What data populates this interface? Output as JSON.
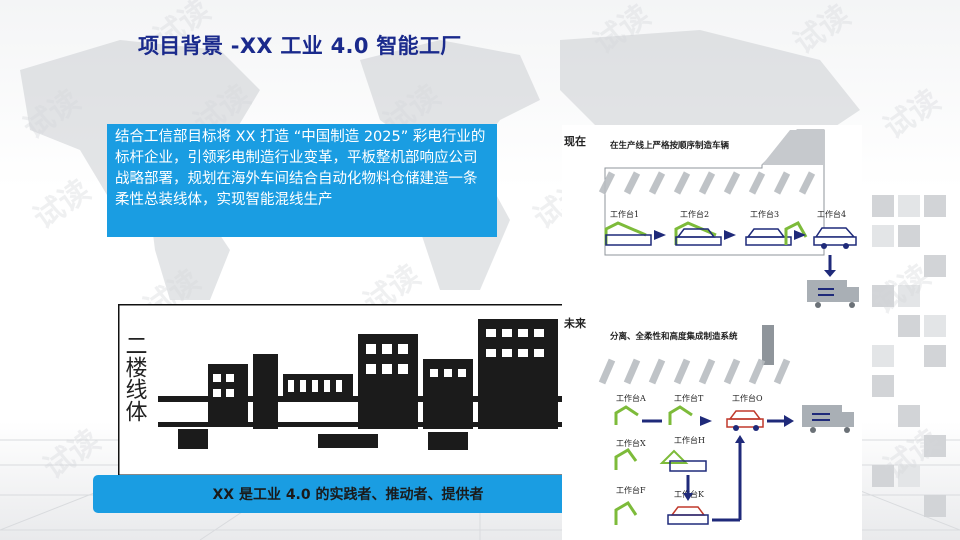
{
  "title": "项目背景 -XX 工业 4.0 智能工厂",
  "intro_text": "结合工信部目标将 XX 打造 “中国制造 2025” 彩电行业的标杆企业，引领彩电制造行业变革，平板整机部响应公司战略部署，规划在海外车间结合自动化物料仓储建造一条柔性总装线体，实现智能混线生产",
  "tagline": "XX 是工业 4.0 的实践者、推动者、提供者",
  "floor_plan": {
    "label": "二楼线体"
  },
  "diagram": {
    "present": {
      "label": "现在",
      "caption": "在生产线上严格按顺序制造车辆",
      "stations": [
        "工作台1",
        "工作台2",
        "工作台3",
        "工作台4"
      ]
    },
    "future": {
      "label": "未来",
      "caption": "分离、全柔性和高度集成制造系统",
      "stations": [
        "工作台A",
        "工作台T",
        "工作台O",
        "工作台X",
        "工作台H",
        "工作台F",
        "工作台K"
      ]
    }
  },
  "watermark": "试读",
  "colors": {
    "title": "#1a2a8c",
    "panel_blue": "#1a9de2",
    "green": "#7dbb3a",
    "navy": "#1f2a7a",
    "gray": "#9aa0a6"
  }
}
